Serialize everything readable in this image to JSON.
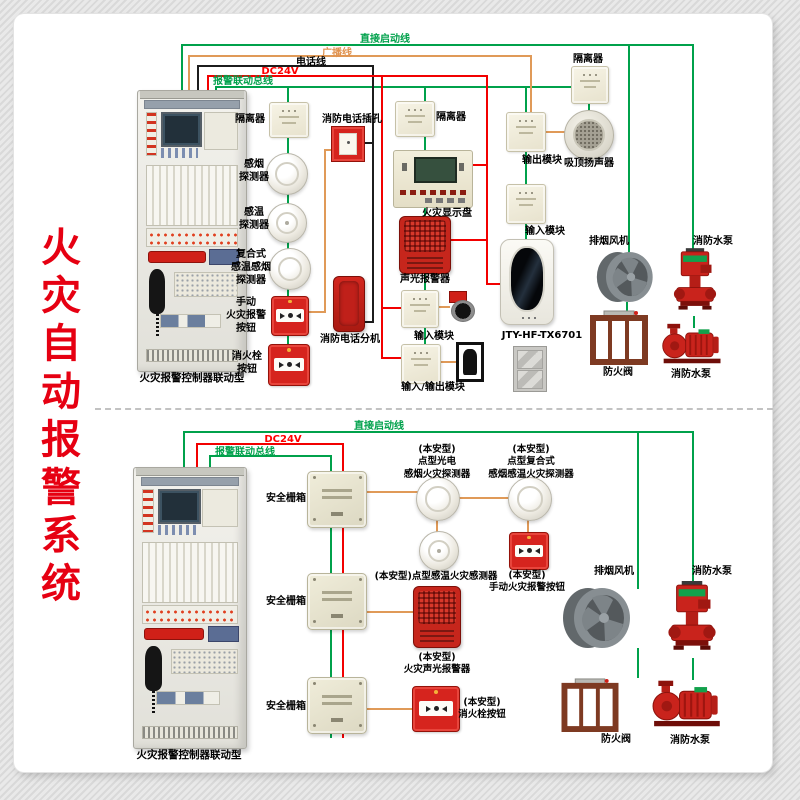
{
  "title": "火灾自动报警系统",
  "colors": {
    "wire_green": "#00a14b",
    "wire_orange": "#e09a58",
    "wire_black": "#1c1c1c",
    "wire_red": "#f20000",
    "title_red": "#e60012",
    "device_red": "#d6241e",
    "module_cream": "#efe9d6"
  },
  "top": {
    "wires": {
      "direct": "直接启动线",
      "broadcast": "广播线",
      "telephone": "电话线",
      "power": "DC24V",
      "bus": "报警联动总线"
    },
    "cabinet": "火灾报警控制器联动型",
    "isolator": "隔离器",
    "smoke": "感烟\n探测器",
    "heat": "感温\n探测器",
    "composite": "复合式\n感温感烟\n探测器",
    "manual": "手动\n火灾报警\n按钮",
    "hydrant": "消火栓\n按钮",
    "phone_jack": "消防电话插孔",
    "phone_ext": "消防电话分机",
    "display": "火灾显示盘",
    "strobe": "声光报警器",
    "input": "输入模块",
    "io": "输入/输出模块",
    "output": "输出模块",
    "beam_model": "JTY-HF-TX6701",
    "speaker": "吸顶扬声器",
    "fan": "排烟风机",
    "damper": "防火阀",
    "pump": "消防水泵"
  },
  "bottom": {
    "wires": {
      "direct": "直接启动线",
      "power": "DC24V",
      "bus": "报警联动总线"
    },
    "cabinet": "火灾报警控制器联动型",
    "barrier": "安全栅箱",
    "smoke": "(本安型)\n点型光电\n感烟火灾探测器",
    "composite": "(本安型)\n点型复合式\n感烟感温火灾探测器",
    "heat": "(本安型)点型感温火灾感测器",
    "manual": "(本安型)\n手动火灾报警按钮",
    "strobe": "(本安型)\n火灾声光报警器",
    "hydrant": "(本安型)\n消火栓按钮",
    "fan": "排烟风机",
    "damper": "防火阀",
    "pump": "消防水泵"
  }
}
